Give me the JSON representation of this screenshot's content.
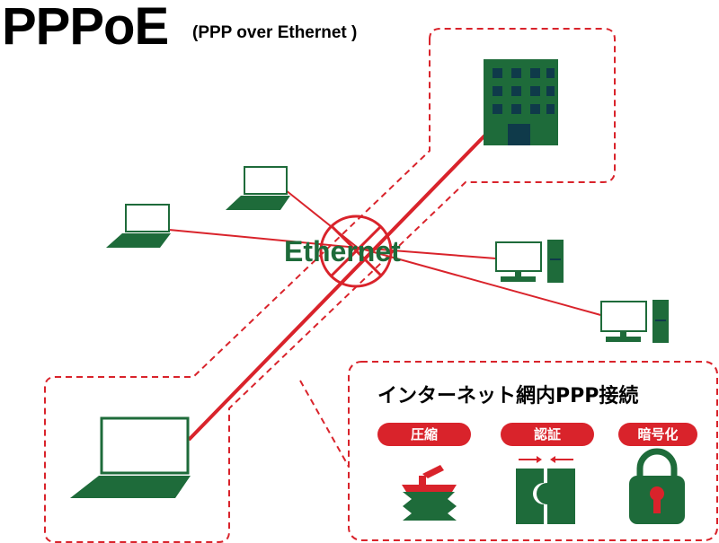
{
  "title": "PPPoE",
  "subtitle": "(PPP over Ethernet )",
  "ethernet_label": "Ethernet",
  "panel": {
    "title": "インターネット網内PPP接続",
    "features": [
      {
        "label": "圧縮",
        "icon": "compression-press-icon"
      },
      {
        "label": "認証",
        "icon": "authentication-icon"
      },
      {
        "label": "暗号化",
        "icon": "encryption-padlock-icon"
      }
    ]
  },
  "colors": {
    "accent_red": "#d9232b",
    "device_green": "#1e6b3a",
    "line_red": "#d9232b"
  }
}
